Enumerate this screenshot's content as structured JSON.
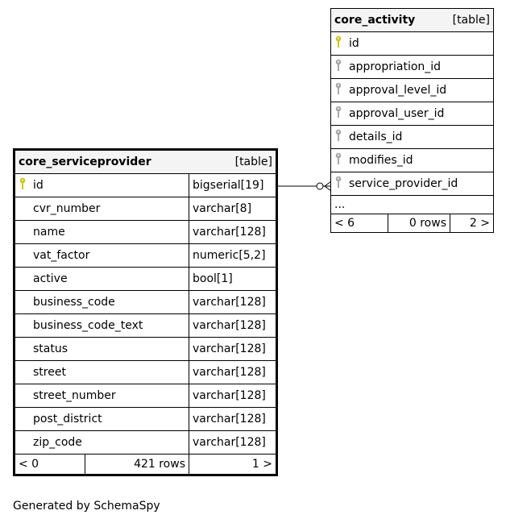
{
  "core_serviceprovider": {
    "name": "core_serviceprovider",
    "kind": "[table]",
    "columns": [
      {
        "name": "id",
        "type": "bigserial[19]",
        "key": "primary"
      },
      {
        "name": "cvr_number",
        "type": "varchar[8]",
        "key": "none"
      },
      {
        "name": "name",
        "type": "varchar[128]",
        "key": "none"
      },
      {
        "name": "vat_factor",
        "type": "numeric[5,2]",
        "key": "none"
      },
      {
        "name": "active",
        "type": "bool[1]",
        "key": "none"
      },
      {
        "name": "business_code",
        "type": "varchar[128]",
        "key": "none"
      },
      {
        "name": "business_code_text",
        "type": "varchar[128]",
        "key": "none"
      },
      {
        "name": "status",
        "type": "varchar[128]",
        "key": "none"
      },
      {
        "name": "street",
        "type": "varchar[128]",
        "key": "none"
      },
      {
        "name": "street_number",
        "type": "varchar[128]",
        "key": "none"
      },
      {
        "name": "post_district",
        "type": "varchar[128]",
        "key": "none"
      },
      {
        "name": "zip_code",
        "type": "varchar[128]",
        "key": "none"
      }
    ],
    "footer": {
      "parents": "< 0",
      "rows": "421 rows",
      "children": "1 >"
    }
  },
  "core_activity": {
    "name": "core_activity",
    "kind": "[table]",
    "columns": [
      {
        "name": "id",
        "key": "primary"
      },
      {
        "name": "appropriation_id",
        "key": "foreign"
      },
      {
        "name": "approval_level_id",
        "key": "foreign"
      },
      {
        "name": "approval_user_id",
        "key": "foreign"
      },
      {
        "name": "details_id",
        "key": "foreign"
      },
      {
        "name": "modifies_id",
        "key": "foreign"
      },
      {
        "name": "service_provider_id",
        "key": "foreign"
      }
    ],
    "more": "...",
    "footer": {
      "parents": "< 6",
      "rows": "0 rows",
      "children": "2 >"
    }
  },
  "colors": {
    "primary_key": "#d4c600",
    "foreign_key": "#a8a8a8"
  },
  "footer_text": "Generated by SchemaSpy"
}
